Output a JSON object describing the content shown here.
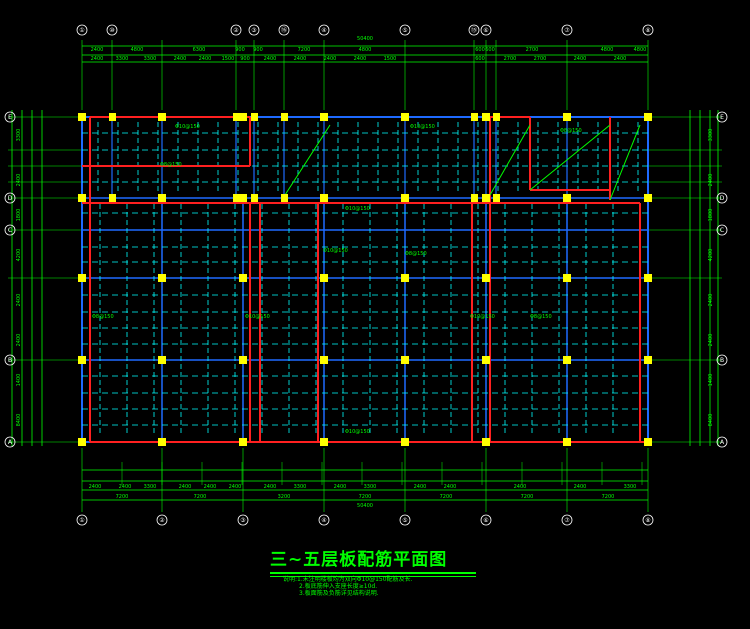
{
  "drawing": {
    "title": "三~五层板配筋平面图",
    "notes": [
      "说明:1.未注明楼板均为双向Φ10@150配筋及长.",
      "2.板底筋伸入支座长度≥10d.",
      "3.板面筋及负筋详见结构说明."
    ],
    "axes_top": [
      "①",
      "⑩",
      "②",
      "③",
      "⑯",
      "④",
      "⑤",
      "⑮",
      "⑥",
      "⑦",
      "⑧"
    ],
    "axes_bottom": [
      "①",
      "②",
      "③",
      "④",
      "⑤",
      "⑥",
      "⑦",
      "⑧"
    ],
    "axes_right": [
      "E",
      "D",
      "C",
      "B",
      "A"
    ],
    "dims_top_total": "50400",
    "dims_top_row1": [
      "2400",
      "4800",
      "6300",
      "900",
      "900",
      "7200",
      "4800",
      "600",
      "600",
      "2700",
      "4800",
      "4800"
    ],
    "dims_top_row2": [
      "2400",
      "3300",
      "3300",
      "2400",
      "2400",
      "1500",
      "900",
      "2400",
      "2400",
      "2400",
      "2400",
      "1500",
      "600",
      "2700",
      "2700",
      "2400",
      "2400"
    ],
    "dims_bottom_row1": [
      "2400",
      "2400",
      "3300",
      "2400",
      "2400",
      "2400",
      "2400",
      "3300",
      "2400",
      "3300",
      "2400",
      "2400",
      "2400",
      "2400",
      "3300"
    ],
    "dims_bottom_row2": [
      "7200",
      "7200",
      "3200",
      "7200",
      "7200",
      "7200",
      "7200"
    ],
    "dims_bottom_total": "50400",
    "dims_left": [
      "3300",
      "2400",
      "1800",
      "4200",
      "2400",
      "2400",
      "1400",
      "8400"
    ],
    "dims_right": [
      "3300",
      "2400",
      "1800",
      "4200",
      "2400",
      "2400",
      "1400",
      "8400"
    ],
    "slab_labels": [
      "Φ10@150",
      "Φ10@150",
      "Φ8@150",
      "Φ8@150",
      "Φ10@150",
      "Φ8@150",
      "Φ10@150",
      "Φ8@150",
      "Φ10@150",
      "Φ10@150",
      "Φ10@150",
      "Φ8@150"
    ],
    "colors": {
      "background": "#000000",
      "beam_blue": "#1f6bff",
      "grid_cyan": "#00ffff",
      "column_yellow": "#ffff00",
      "red_beam": "#ff2020",
      "dim_green": "#00ff00",
      "title_green": "#00ff00"
    }
  }
}
